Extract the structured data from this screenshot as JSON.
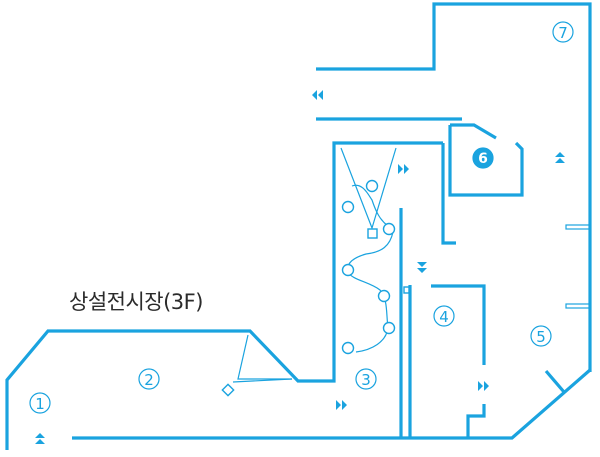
{
  "map": {
    "title": "상설전시장(3F)",
    "accent_color": "#1aa3df",
    "zones": [
      {
        "id": "zone-1",
        "label": "1"
      },
      {
        "id": "zone-2",
        "label": "2"
      },
      {
        "id": "zone-3",
        "label": "3"
      },
      {
        "id": "zone-4",
        "label": "4"
      },
      {
        "id": "zone-5",
        "label": "5"
      },
      {
        "id": "zone-6",
        "label": "6",
        "highlighted": true
      },
      {
        "id": "zone-7",
        "label": "7"
      }
    ],
    "flow_arrows": [
      {
        "id": "arrow-1",
        "direction": "up",
        "icon": "double-chevron-up-icon"
      },
      {
        "id": "arrow-2",
        "direction": "right",
        "icon": "double-chevron-right-icon"
      },
      {
        "id": "arrow-3",
        "direction": "right",
        "icon": "double-chevron-right-icon"
      },
      {
        "id": "arrow-4",
        "direction": "down",
        "icon": "double-chevron-down-icon"
      },
      {
        "id": "arrow-5",
        "direction": "right",
        "icon": "double-chevron-right-icon"
      },
      {
        "id": "arrow-6",
        "direction": "up",
        "icon": "double-chevron-up-icon"
      },
      {
        "id": "arrow-7",
        "direction": "left",
        "icon": "double-chevron-left-icon"
      }
    ]
  }
}
